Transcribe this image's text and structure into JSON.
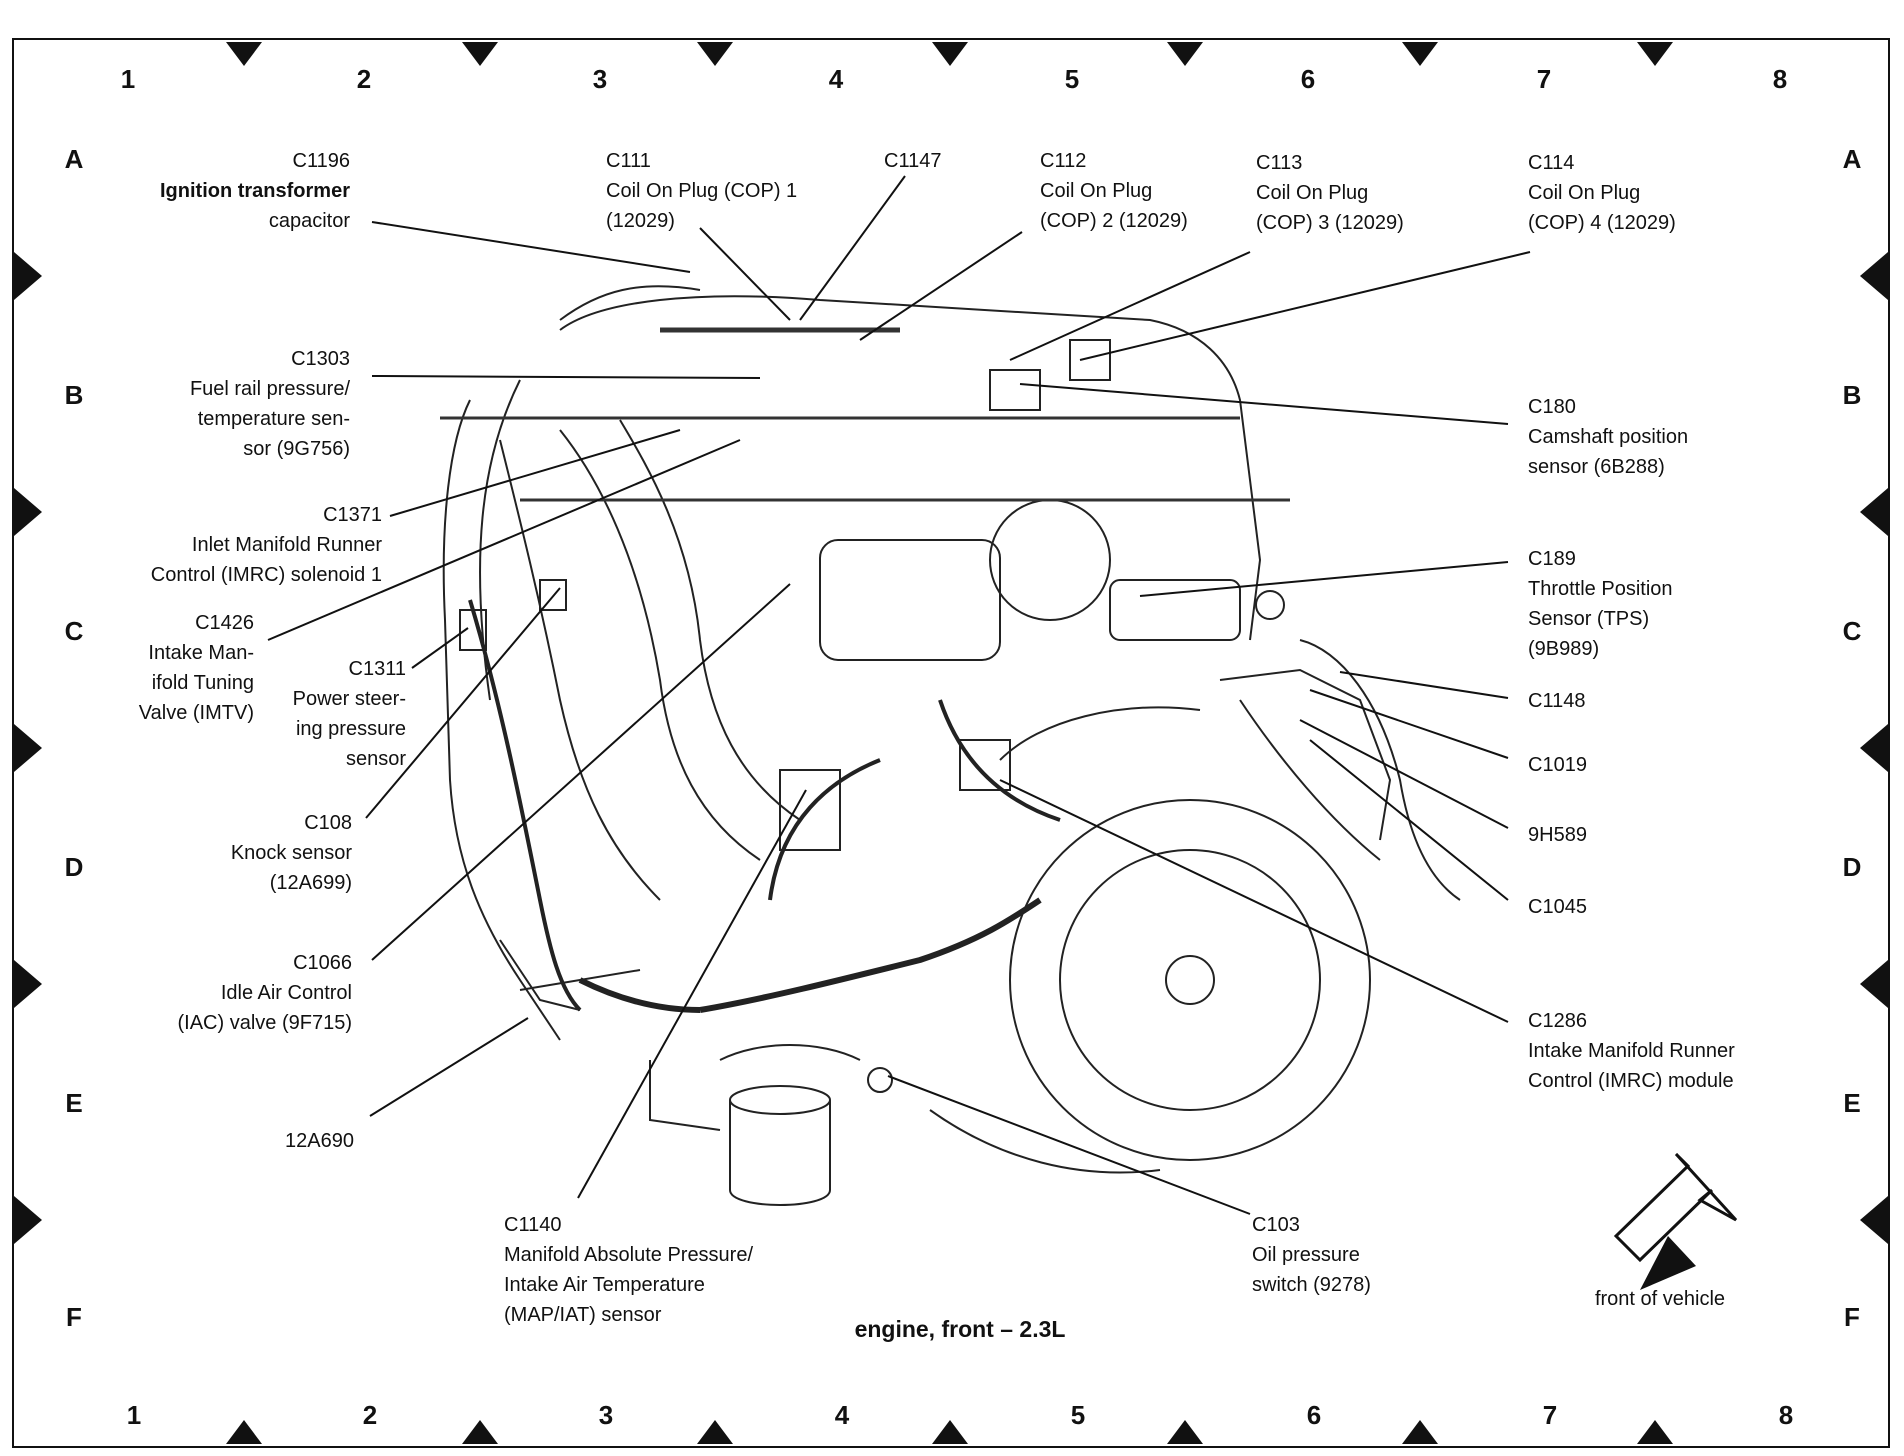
{
  "columns": [
    "1",
    "2",
    "3",
    "4",
    "5",
    "6",
    "7",
    "8"
  ],
  "rows": [
    "A",
    "B",
    "C",
    "D",
    "E",
    "F"
  ],
  "caption": "engine, front – 2.3L",
  "front_label": "front of vehicle",
  "labels": {
    "c1196": [
      "C1196",
      "Ignition transformer",
      "capacitor"
    ],
    "c111": [
      "C111",
      "Coil On Plug (COP) 1",
      "(12029)"
    ],
    "c1147": [
      "C1147"
    ],
    "c112": [
      "C112",
      "Coil On Plug",
      "(COP) 2 (12029)"
    ],
    "c113": [
      "C113",
      "Coil On Plug",
      "(COP) 3 (12029)"
    ],
    "c114": [
      "C114",
      "Coil On Plug",
      "(COP) 4 (12029)"
    ],
    "c1303": [
      "C1303",
      "Fuel rail pressure/",
      "temperature sen-",
      "sor (9G756)"
    ],
    "c180": [
      "C180",
      "Camshaft position",
      "sensor (6B288)"
    ],
    "c1371": [
      "C1371",
      "Inlet Manifold Runner",
      "Control (IMRC) solenoid 1"
    ],
    "c189": [
      "C189",
      "Throttle Position",
      "Sensor (TPS)",
      "(9B989)"
    ],
    "c1426": [
      "C1426",
      "Intake Man-",
      "ifold Tuning",
      "Valve (IMTV)"
    ],
    "c1311": [
      "C1311",
      "Power steer-",
      "ing pressure",
      "sensor"
    ],
    "c1148": [
      "C1148"
    ],
    "c1019": [
      "C1019"
    ],
    "h9589": [
      "9H589"
    ],
    "c1045": [
      "C1045"
    ],
    "c108": [
      "C108",
      "Knock sensor",
      "(12A699)"
    ],
    "c1066": [
      "C1066",
      "Idle Air Control",
      "(IAC) valve (9F715)"
    ],
    "c1286": [
      "C1286",
      "Intake Manifold Runner",
      "Control (IMRC) module"
    ],
    "a12690": [
      "12A690"
    ],
    "c1140": [
      "C1140",
      "Manifold Absolute Pressure/",
      "Intake Air Temperature",
      "(MAP/IAT) sensor"
    ],
    "c103": [
      "C103",
      "Oil pressure",
      "switch (9278)"
    ]
  }
}
